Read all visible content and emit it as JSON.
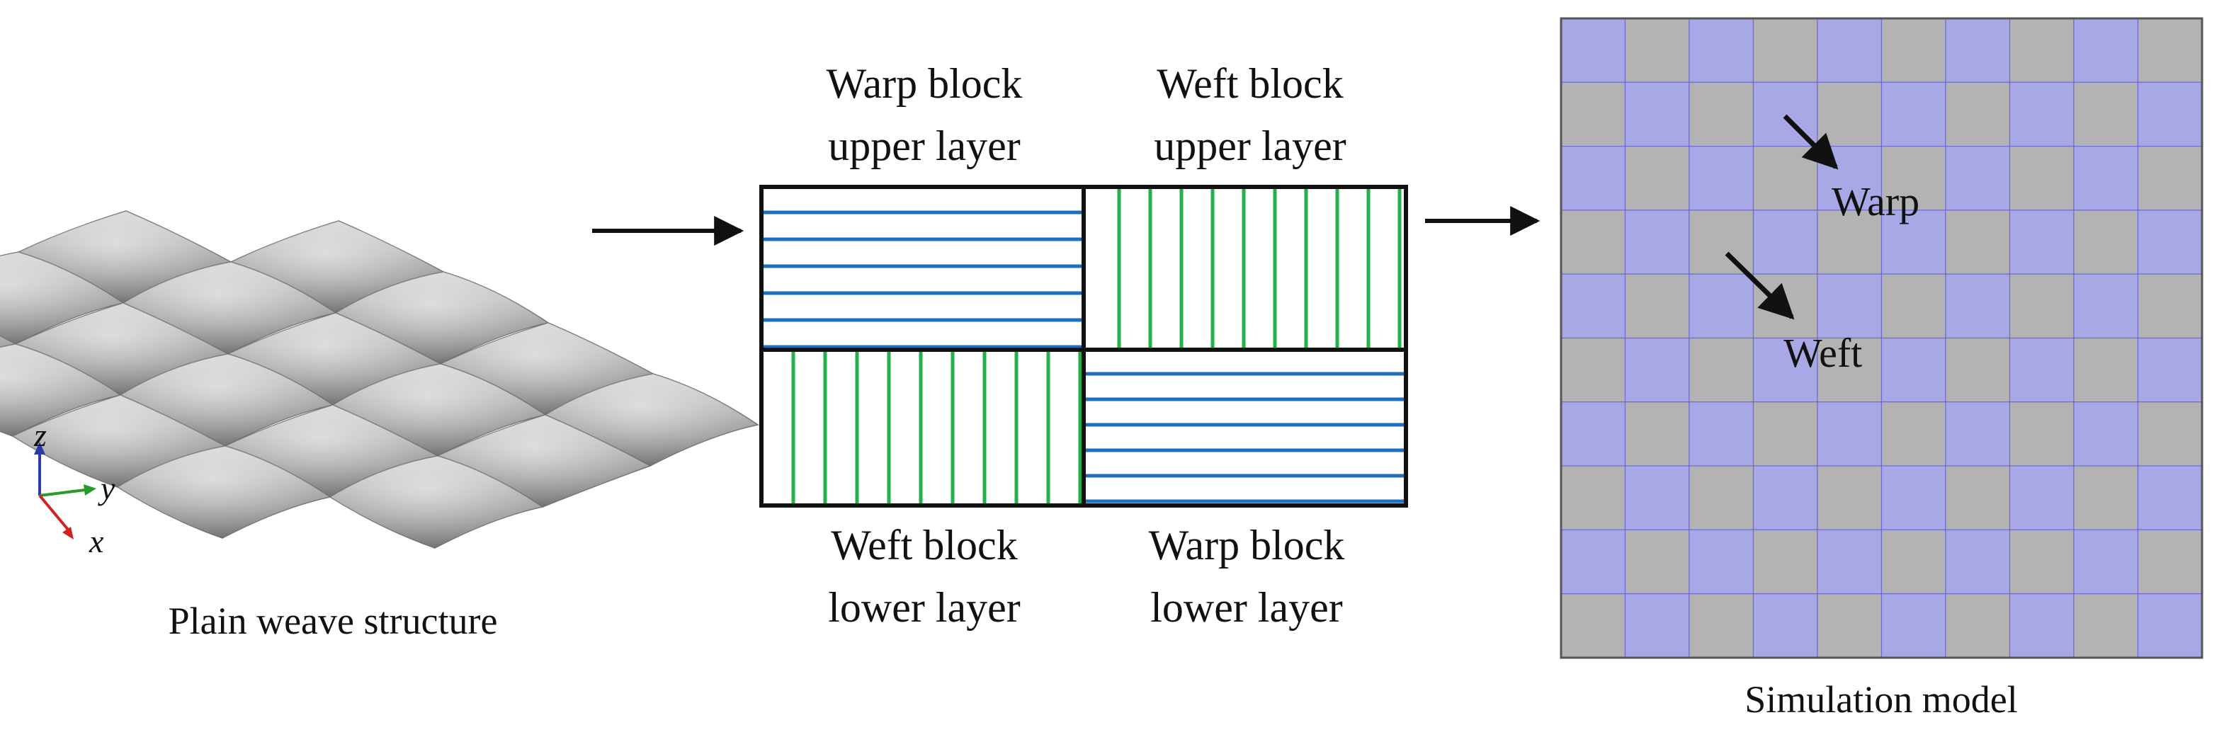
{
  "colors": {
    "background": "#ffffff",
    "warp_line": "#1f6fc0",
    "weft_line": "#22b04a",
    "warp_cell": "#a8a8e6",
    "weft_cell": "#b3b3b3",
    "grid_line": "#4a4ad0",
    "axis_x": "#d42020",
    "axis_y": "#2a9a2a",
    "axis_z": "#2a3aa8",
    "fabric": "#9c9c9c"
  },
  "panel_left": {
    "caption": "Plain weave structure",
    "axis_labels": {
      "x": "x",
      "y": "y",
      "z": "z"
    }
  },
  "panel_middle": {
    "top_left_label": [
      "Warp block",
      "upper layer"
    ],
    "top_right_label": [
      "Weft block",
      "upper layer"
    ],
    "bottom_left_label": [
      "Weft block",
      "lower layer"
    ],
    "bottom_right_label": [
      "Warp block",
      "lower layer"
    ]
  },
  "panel_right": {
    "caption": "Simulation model",
    "warp_label": "Warp",
    "weft_label": "Weft",
    "grid_rows": 10,
    "grid_cols": 10
  }
}
